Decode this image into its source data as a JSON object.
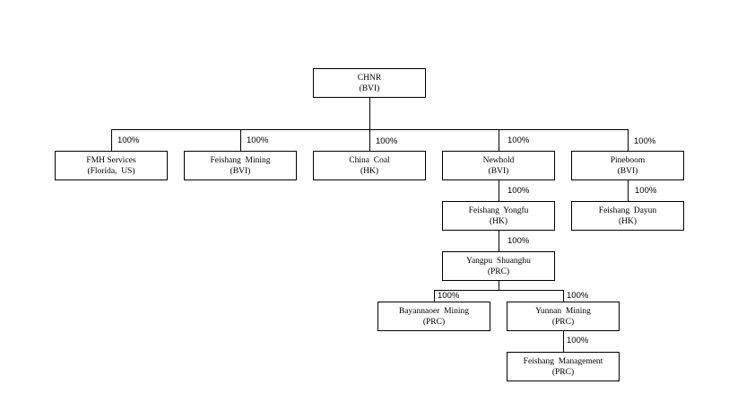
{
  "entities": {
    "chnr": {
      "name": "CHNR",
      "jurisdiction": "(BVI)"
    },
    "fmh": {
      "name": "FMH Services",
      "jurisdiction": "(Florida,  US)"
    },
    "feishang_mining": {
      "name": "Feishang  Mining",
      "jurisdiction": "(BVI)"
    },
    "china_coal": {
      "name": "China  Coal",
      "jurisdiction": "(HK)"
    },
    "newhold": {
      "name": "Newhold",
      "jurisdiction": "(BVI)"
    },
    "pineboom": {
      "name": "Pineboom",
      "jurisdiction": "(BVI)"
    },
    "feishang_yongfu": {
      "name": "Feishang  Yongfu",
      "jurisdiction": "(HK)"
    },
    "feishang_dayun": {
      "name": "Feishang  Dayun",
      "jurisdiction": "(HK)"
    },
    "yangpu_shuanghu": {
      "name": "Yangpu  Shuanghu",
      "jurisdiction": "(PRC)"
    },
    "bayannaoer_mining": {
      "name": "Bayannaoer  Mining",
      "jurisdiction": "(PRC)"
    },
    "yunnan_mining": {
      "name": "Yunnan  Mining",
      "jurisdiction": "(PRC)"
    },
    "feishang_management": {
      "name": "Feishang  Management",
      "jurisdiction": "(PRC)"
    }
  },
  "ownership": {
    "fmh": "100%",
    "feishang_mining": "100%",
    "china_coal": "100%",
    "newhold": "100%",
    "pineboom": "100%",
    "feishang_yongfu": "100%",
    "feishang_dayun": "100%",
    "yangpu_shuanghu": "100%",
    "bayannaoer_mining": "100%",
    "yunnan_mining": "100%",
    "feishang_management": "100%"
  }
}
